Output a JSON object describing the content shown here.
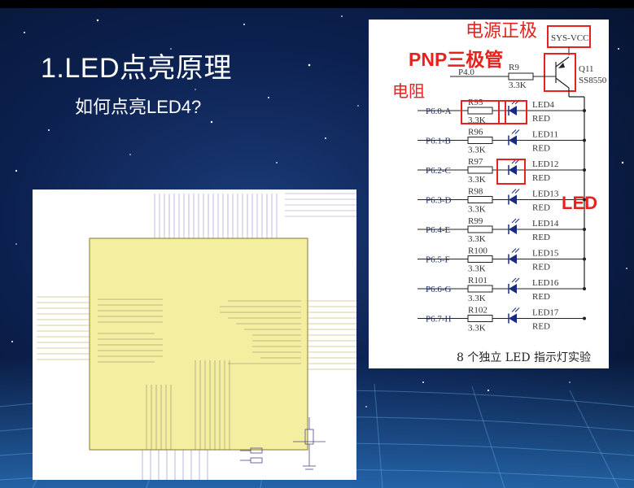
{
  "slide": {
    "title": "1.LED点亮原理",
    "subtitle": "如何点亮LED4?"
  },
  "annotations": {
    "power_positive": "电源正极",
    "pnp_transistor": "PNP三极管",
    "resistor": "电阻",
    "led": "LED"
  },
  "right_schematic": {
    "vcc_label": "SYS-VCC",
    "transistor_ref": "Q11",
    "transistor_part": "SS8550",
    "base_net": "P4.0",
    "base_resistor": "R9",
    "base_resistor_value": "3.3K",
    "channels": [
      {
        "net": "P6.0-A",
        "resistor": "R95",
        "value": "3.3K",
        "led": "LED4",
        "color": "RED"
      },
      {
        "net": "P6.1-B",
        "resistor": "R96",
        "value": "3.3K",
        "led": "LED11",
        "color": "RED"
      },
      {
        "net": "P6.2-C",
        "resistor": "R97",
        "value": "3.3K",
        "led": "LED12",
        "color": "RED"
      },
      {
        "net": "P6.3-D",
        "resistor": "R98",
        "value": "3.3K",
        "led": "LED13",
        "color": "RED"
      },
      {
        "net": "P6.4-E",
        "resistor": "R99",
        "value": "3.3K",
        "led": "LED14",
        "color": "RED"
      },
      {
        "net": "P6.5-F",
        "resistor": "R100",
        "value": "3.3K",
        "led": "LED15",
        "color": "RED"
      },
      {
        "net": "P6.6-G",
        "resistor": "R101",
        "value": "3.3K",
        "led": "LED16",
        "color": "RED"
      },
      {
        "net": "P6.7-H",
        "resistor": "R102",
        "value": "3.3K",
        "led": "LED17",
        "color": "RED"
      }
    ],
    "caption": "8 个独立 LED 指示灯实验"
  },
  "colors": {
    "annotation_red": "#e8201e",
    "chip_fill": "#f3eea0",
    "wire_blue": "#2a3a90"
  }
}
